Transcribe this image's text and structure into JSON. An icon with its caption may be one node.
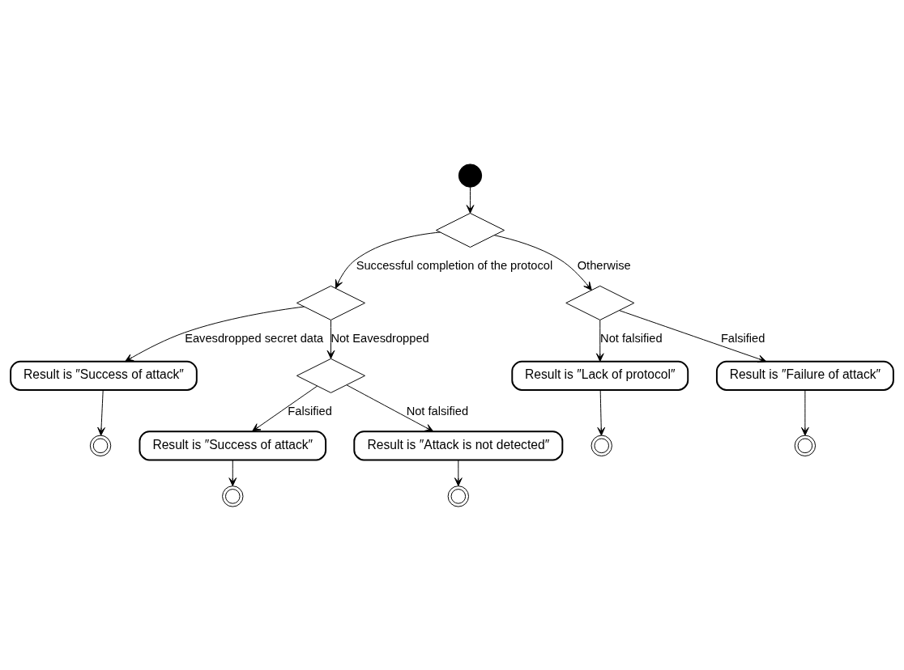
{
  "diagram": {
    "nodes": [
      {
        "text": [],
        "shape": "circle"
      },
      {
        "text": [],
        "shape": "diamond"
      },
      {
        "text": [],
        "shape": "diamond"
      },
      {
        "text": [],
        "shape": "diamond"
      },
      {
        "text": [
          "Result is ″Success of attack″"
        ]
      },
      {
        "text": [],
        "shape": "ring"
      },
      {
        "text": [],
        "shape": "diamond"
      },
      {
        "text": [
          "Result is ″Success of attack″"
        ]
      },
      {
        "text": [],
        "shape": "ring"
      },
      {
        "text": [
          "Result is ″Attack is not detected″"
        ]
      },
      {
        "text": [],
        "shape": "ring"
      },
      {
        "text": [
          "Result is ″Lack of protocol″"
        ]
      },
      {
        "text": [],
        "shape": "ring"
      },
      {
        "text": [
          "Result is ″Failure of attack″"
        ]
      },
      {
        "text": [],
        "shape": "ring"
      }
    ],
    "edges": [
      {
        "from": 0,
        "to": 1,
        "arrow": "to"
      },
      {
        "from": 1,
        "to": 2,
        "arrow": "to",
        "label": "Successful completion of the protocol"
      },
      {
        "from": 1,
        "to": 3,
        "arrow": "to",
        "label": "Otherwise"
      },
      {
        "from": 2,
        "to": 4,
        "arrow": "to",
        "label": "Eavesdropped secret data"
      },
      {
        "from": 2,
        "to": 6,
        "arrow": "to",
        "label": "Not Eavesdropped"
      },
      {
        "from": 4,
        "to": 5,
        "arrow": "to"
      },
      {
        "from": 6,
        "to": 7,
        "arrow": "to",
        "label": "Falsified"
      },
      {
        "from": 6,
        "to": 9,
        "arrow": "to",
        "label": "Not falsified"
      },
      {
        "from": 7,
        "to": 8,
        "arrow": "to"
      },
      {
        "from": 9,
        "to": 10,
        "arrow": "to"
      },
      {
        "from": 3,
        "to": 11,
        "arrow": "to",
        "label": "Not falsified"
      },
      {
        "from": 3,
        "to": 13,
        "arrow": "to",
        "label": "Falsified"
      },
      {
        "from": 11,
        "to": 12,
        "arrow": "to"
      },
      {
        "from": 13,
        "to": 14,
        "arrow": "to"
      }
    ]
  }
}
